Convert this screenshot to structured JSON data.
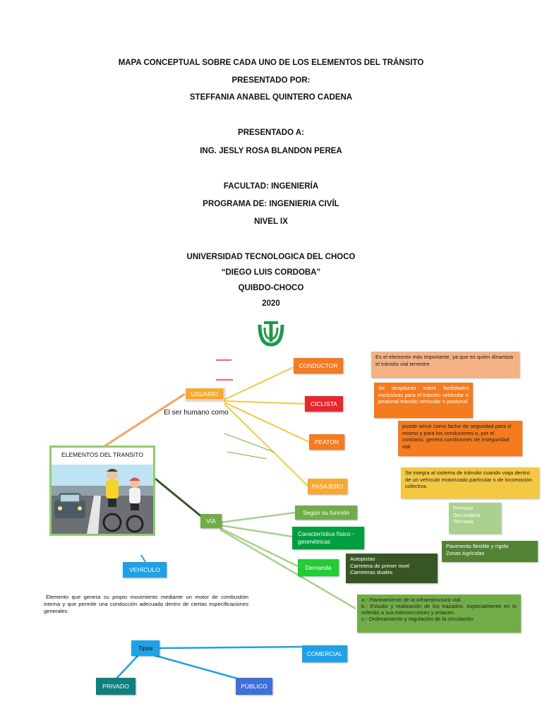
{
  "header": {
    "title": "MAPA CONCEPTUAL SOBRE CADA UNO DE LOS ELEMENTOS DEL TRÁNSITO",
    "presented_by_label": "PRESENTADO POR:",
    "author": "STEFFANIA ANABEL QUINTERO CADENA",
    "presented_to_label": "PRESENTADO A:",
    "teacher": "ING. JESLY ROSA BLANDON PEREA",
    "faculty": "FACULTAD: INGENIERÍA",
    "program": "PROGRAMA DE: INGENIERIA CIVÍL",
    "level": "NIVEL IX",
    "university": "UNIVERSIDAD TECNOLOGICA DEL CHOCO",
    "university_name": "“DIEGO LUIS CORDOBA”",
    "city": "QUIBDO-CHOCO",
    "year": "2020"
  },
  "logo": {
    "color": "#1f9a4a",
    "icon": "utch-logo-icon"
  },
  "map": {
    "central": "ELEMENTOS DEL TRANSITO",
    "usuario": "USUARIO",
    "human_label": "El ser humano como",
    "conductor": "CONDUCTOR",
    "ciclista": "CICLISTA",
    "peaton": "PEATON",
    "pasajero": "PASAJERO",
    "conductor_desc": "Es el elemento más importante, ya que es quien dinamiza el tránsito vial terrestre",
    "ciclista_desc": "Se desplazan sobre facilidades exclusivas para el tránsito vehicular o peatonal tránsito vehicular o peatonal",
    "peaton_desc": "puede servir como factor de seguridad para sí mismo y para los conductores o, por el contrario, genera condiciones de inseguridad vial",
    "pasajero_desc": "Se integra al sistema de tránsito cuando viaja dentro de un vehículo motorizado particular o de locomoción colectiva.",
    "via": "VÍA",
    "segun_funcion": "Según su función",
    "caracteristica": "Característica físico - geométricas",
    "demanda": "Demanda",
    "funcion_list": [
      "Primaria",
      "Secundaria",
      "Terciaria"
    ],
    "caracteristica_list": [
      "Pavimento flexible y rígido",
      "Zonas Agrícolas"
    ],
    "demanda_list": [
      "Autopistas",
      "Carretera de primer nivel",
      "Carreteras duales"
    ],
    "via_desc_list": [
      "a.- Planeamiento de la infraestructura vial.",
      "b.- Estudio y realización de los trazados, especialmente en lo referido a sus intersecciones y enlaces.",
      "c.- Ordenamiento y regulación de la circulación."
    ],
    "vehiculo": "VEHÍCULO",
    "vehiculo_desc": "Elemento que genera su propio movimiento mediante un motor de combustión interna y que permite una conducción adecuada dentro de ciertas especificaciones generales.",
    "tipos": "Tipos",
    "comercial": "COMERCIAL",
    "privado": "PRIVADO",
    "publico": "PÚBLICO"
  },
  "colors": {
    "orange": "#f47b20",
    "yellow": "#f5c842",
    "light_orange": "#f4b183",
    "green": "#70ad47",
    "dark_green": "#375623",
    "bright_green": "#00b050",
    "blue": "#1ea1e6",
    "teal": "#0f7f7f",
    "royal_blue": "#3f6fd8"
  }
}
